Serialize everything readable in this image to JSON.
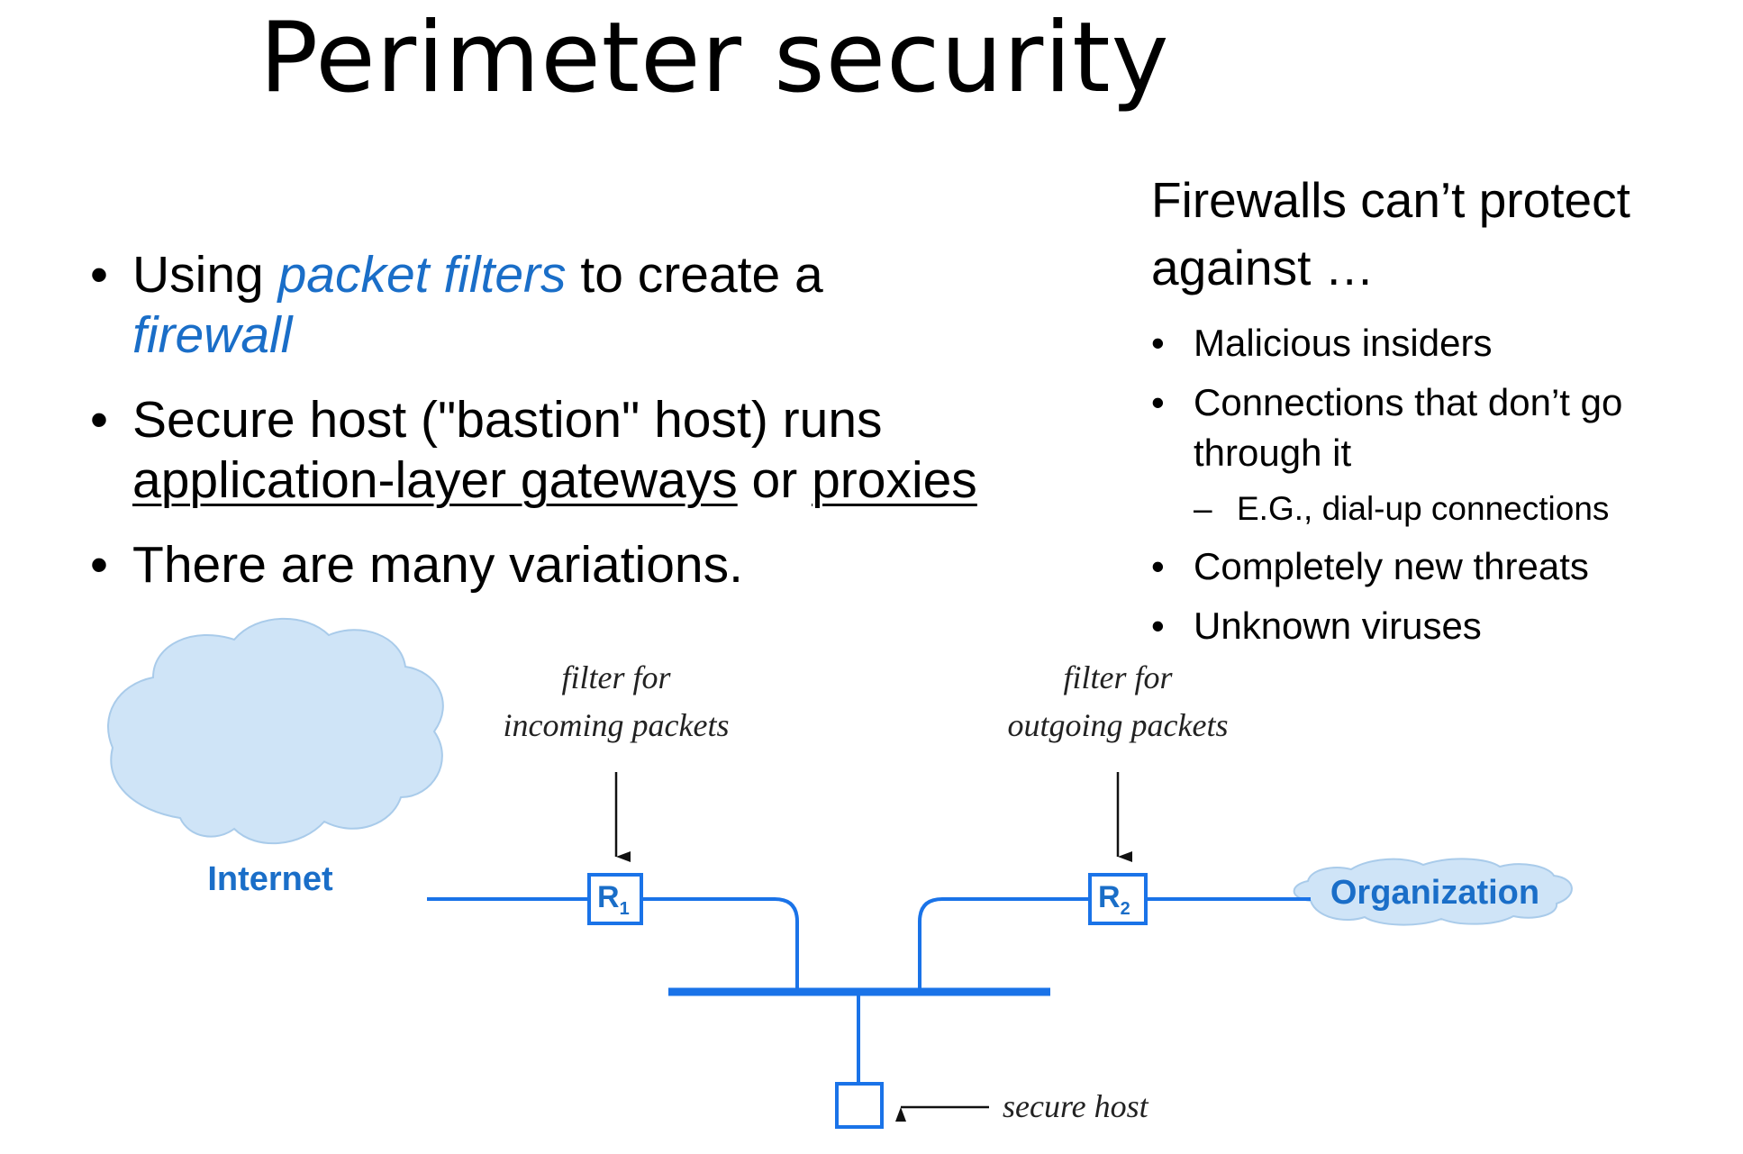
{
  "slide": {
    "title": "Perimeter security",
    "left_bullets": [
      {
        "parts": [
          {
            "text": "Using "
          },
          {
            "text": "packet filters",
            "style": "highlight"
          },
          {
            "text": " to create a "
          },
          {
            "text": "firewall",
            "style": "highlight"
          }
        ]
      },
      {
        "parts": [
          {
            "text": "Secure host (\"bastion\" host) runs "
          },
          {
            "text": "application-layer gateways",
            "style": "underline"
          },
          {
            "text": " or "
          },
          {
            "text": "proxies",
            "style": "underline"
          }
        ]
      },
      {
        "parts": [
          {
            "text": "There are many variations."
          }
        ]
      }
    ],
    "right_heading": "Firewalls can’t protect against …",
    "right_bullets": [
      {
        "text": "Malicious insiders"
      },
      {
        "text": "Connections that don’t go through it",
        "sub": "E.G., dial-up connections"
      },
      {
        "text": "Completely new threats"
      },
      {
        "text": "Unknown viruses"
      }
    ],
    "bullet_char": "•",
    "sub_bullet_char": "–"
  },
  "diagram": {
    "internet_label": "Internet",
    "organization_label": "Organization",
    "r1_label": "R",
    "r1_sub": "1",
    "r2_label": "R",
    "r2_sub": "2",
    "filter_in_line1": "filter for",
    "filter_in_line2": "incoming packets",
    "filter_out_line1": "filter for",
    "filter_out_line2": "outgoing packets",
    "secure_host_label": "secure host",
    "colors": {
      "network_line": "#1a73e8",
      "cloud_fill": "#cfe4f7",
      "cloud_stroke": "#a9cbea",
      "label_blue": "#1a6ec8",
      "link_blue": "#1a6ec8"
    }
  }
}
